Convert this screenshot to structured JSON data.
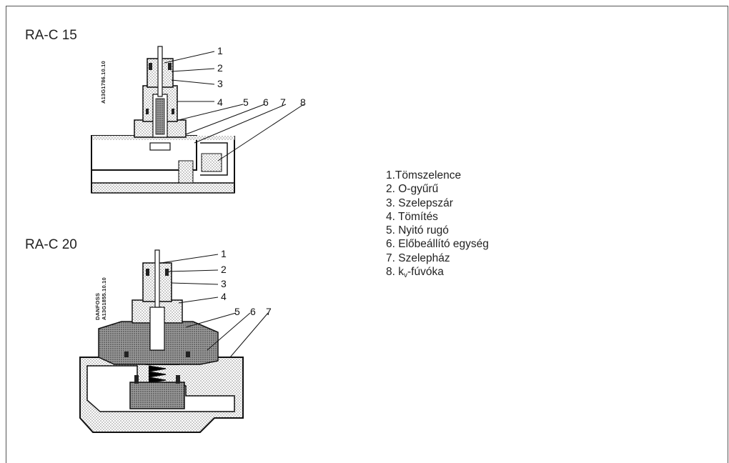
{
  "figure1": {
    "title": "RA-C 15",
    "code": "A13G1786.10.10",
    "numbers": [
      "1",
      "2",
      "3",
      "4",
      "5",
      "6",
      "7",
      "8"
    ]
  },
  "figure2": {
    "title": "RA-C 20",
    "code_brand": "DANFOSS",
    "code": "A13G1855.10.10",
    "numbers": [
      "1",
      "2",
      "3",
      "4",
      "5",
      "6",
      "7"
    ]
  },
  "legend": {
    "items": [
      "1.Tömszelence",
      "2. O-gyűrű",
      "3. Szelepszár",
      "4. Tömítés",
      "5. Nyitó rugó",
      "6. Előbeállító egység",
      "7. Szelepház"
    ],
    "item8_prefix": "8. k",
    "item8_sub": "v",
    "item8_suffix": "-fúvóka"
  }
}
